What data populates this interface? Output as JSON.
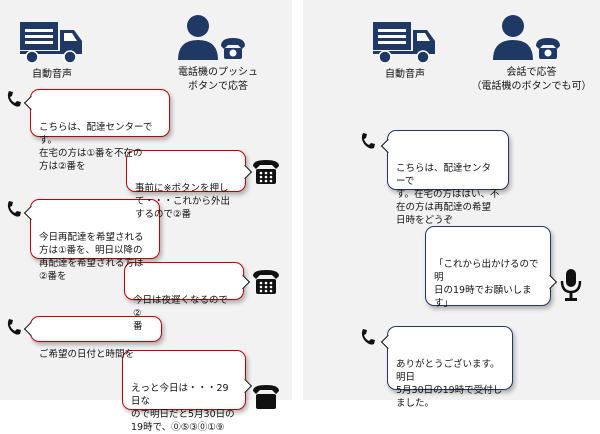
{
  "left": {
    "header_voice": "自動音声",
    "header_phone": "電話機のプッシュ\nボタンで応答",
    "messages": [
      {
        "side": "system",
        "text": "こちらは、配達センターです。\n在宅の方は①番を不在の\n方は②番を"
      },
      {
        "side": "user",
        "text": "事前に※ボタンを押して・・・これから外出するので②番"
      },
      {
        "side": "system",
        "text": "今日再配達を希望される\n方は①番を、明日以降の\n再配達を希望される方は\n②番を"
      },
      {
        "side": "user",
        "text": "今日は夜遅くなるので②\n番"
      },
      {
        "side": "system",
        "text": "ご希望の日付と時間を"
      },
      {
        "side": "user",
        "text": "えっと今日は・・・29日な\nので明日だと5月30日の\n19時で、⓪⑤③⓪①⑨"
      }
    ]
  },
  "right": {
    "header_voice": "自動音声",
    "header_phone": "会話で応答\n（電話機のボタンでも可）",
    "messages": [
      {
        "side": "system",
        "text": "こちらは、配達センターで\nす。在宅の方ははい、不\n在の方は再配達の希望\n日時をどうぞ"
      },
      {
        "side": "user",
        "text": "「これから出かけるので明\n日の19時でお願いしま\nす」"
      },
      {
        "side": "system",
        "text": "ありがとうございます。明日\n5月30日の19時で受付し\nました。"
      }
    ]
  },
  "colors": {
    "red_border": "#c00000",
    "blue_border": "#1f3864",
    "icon": "#1f3864",
    "panel_bg": "#f2f2f2"
  },
  "icons": [
    "truck-icon",
    "operator-headset-icon",
    "handset-icon",
    "push-phone-icon",
    "microphone-icon"
  ]
}
